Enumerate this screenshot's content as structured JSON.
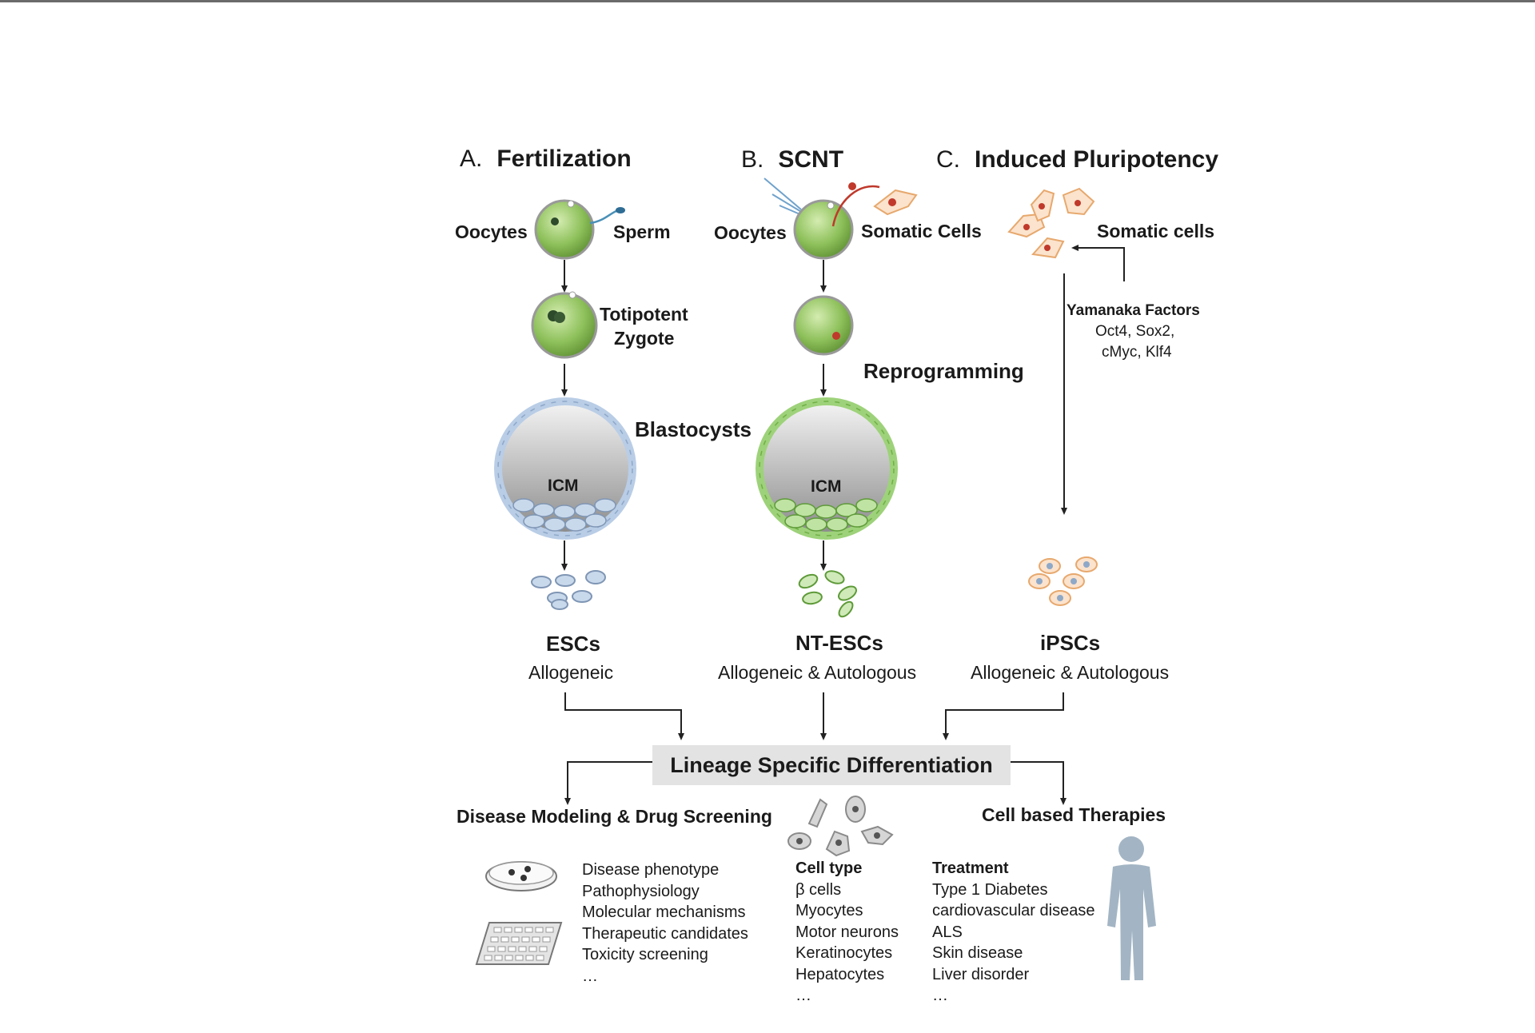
{
  "sections": {
    "a": {
      "letter": "A.",
      "title": "Fertilization"
    },
    "b": {
      "letter": "B.",
      "title": "SCNT"
    },
    "c": {
      "letter": "C.",
      "title": "Induced Pluripotency"
    }
  },
  "fertilization": {
    "oocytes": "Oocytes",
    "sperm": "Sperm",
    "zygote_line1": "Totipotent",
    "zygote_line2": "Zygote",
    "icm": "ICM",
    "cells_name": "ESCs",
    "cells_type": "Allogeneic"
  },
  "scnt": {
    "oocytes": "Oocytes",
    "somatic": "Somatic Cells",
    "reprogramming": "Reprogramming",
    "icm": "ICM",
    "cells_name": "NT-ESCs",
    "cells_type": "Allogeneic  & Autologous"
  },
  "blastocysts": "Blastocysts",
  "induced": {
    "somatic": "Somatic cells",
    "factors_title": "Yamanaka Factors",
    "factors_line1": "Oct4, Sox2,",
    "factors_line2": "cMyc,  Klf4",
    "cells_name": "iPSCs",
    "cells_type": "Allogeneic  & Autologous"
  },
  "lineage": "Lineage Specific Differentiation",
  "disease": {
    "title": "Disease Modeling & Drug Screening",
    "items": [
      "Disease phenotype",
      "Pathophysiology",
      "Molecular mechanisms",
      "Therapeutic candidates",
      "Toxicity screening",
      "…"
    ]
  },
  "therapies": {
    "title": "Cell based Therapies",
    "cell_type_title": "Cell type",
    "cell_types": [
      "β cells",
      "Myocytes",
      "Motor neurons",
      "Keratinocytes",
      "Hepatocytes",
      "…"
    ],
    "treatment_title": "Treatment",
    "treatments": [
      "Type 1 Diabetes",
      "cardiovascular disease",
      "ALS",
      "Skin disease",
      "Liver disorder",
      "…"
    ]
  },
  "colors": {
    "green_cell": "#8dc05a",
    "blue_cell": "#b9cde6",
    "orange_cell": "#e7a86d",
    "nucleus_red": "#c0392b",
    "human": "#a3b5c4"
  }
}
